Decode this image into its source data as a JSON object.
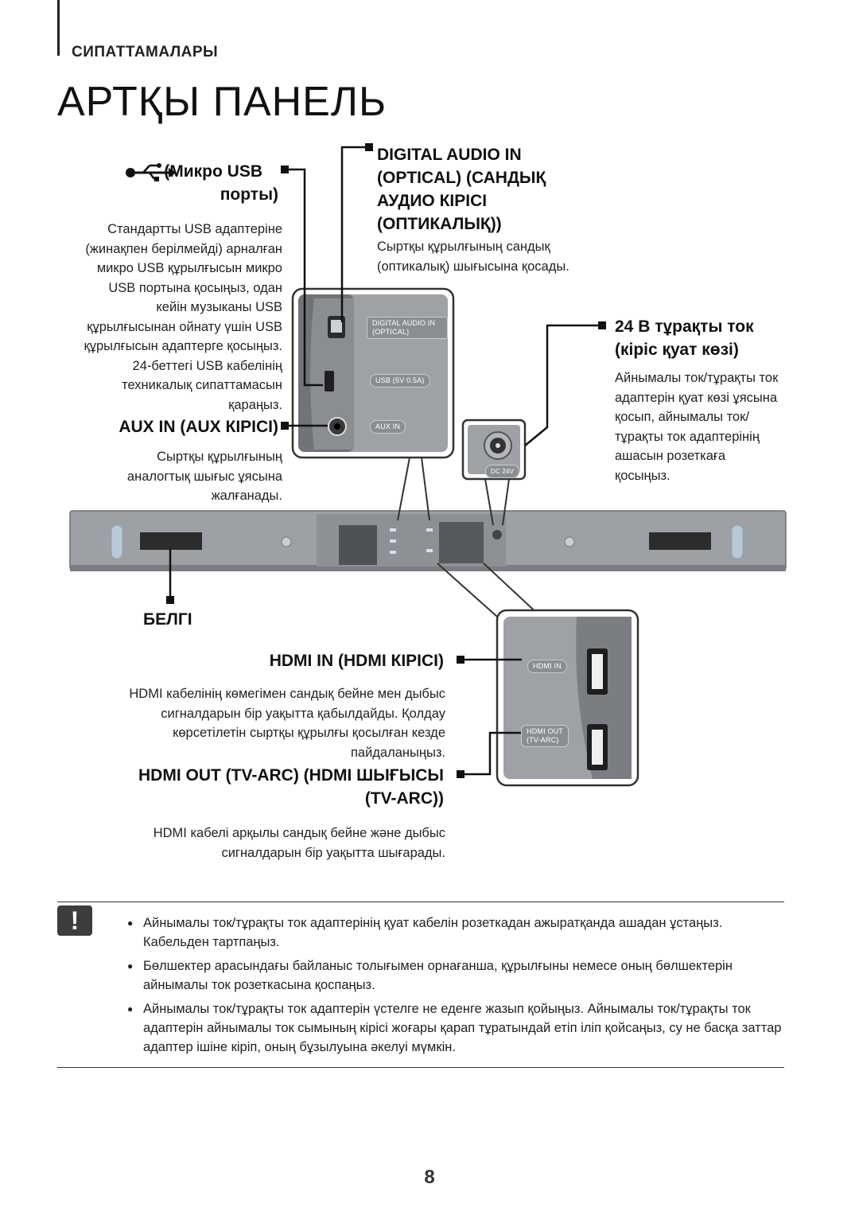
{
  "header": {
    "section": "СИПАТТАМАЛАРЫ",
    "title": "АРТҚЫ ПАНЕЛЬ"
  },
  "callouts": {
    "usb": {
      "title_line1": "(Микро USB",
      "title_line2": "порты)",
      "lines": [
        "Стандартты USB адаптеріне",
        "(жинақпен берілмейді) арналған",
        "микро USB құрылғысын микро",
        "USB портына қосыңыз, одан",
        "кейін музыканы USB",
        "құрылғысынан ойнату үшін USB",
        "құрылғысын адаптерге қосыңыз.",
        "24-беттегі USB кабелінің",
        "техникалық сипаттамасын",
        "қараңыз."
      ]
    },
    "aux": {
      "title": "AUX IN (AUX КІРІСІ)",
      "lines": [
        "Сыртқы құрылғының",
        "аналогтық шығыс ұясына",
        "жалғанады."
      ]
    },
    "optical": {
      "title_lines": [
        "DIGITAL AUDIO IN",
        "(OPTICAL) (САНДЫҚ",
        "АУДИО КІРІСІ",
        "(ОПТИКАЛЫҚ))"
      ],
      "lines": [
        "Сыртқы құрылғының сандық",
        "(оптикалық) шығысына қосады."
      ]
    },
    "dc": {
      "title_lines": [
        "24 В тұрақты ток",
        "(кіріс қуат көзі)"
      ],
      "lines": [
        "Айнымалы ток/тұрақты ток",
        "адаптерін қуат көзі ұясына",
        "қосып, айнымалы ток/",
        "тұрақты ток адаптерінің",
        "ашасын розеткаға",
        "қосыңыз."
      ]
    },
    "label": {
      "title": "БЕЛГІ"
    },
    "hdmi_in": {
      "title": "HDMI IN (HDMI КІРІСІ)",
      "lines": [
        "HDMI кабелінің көмегімен сандық бейне мен дыбыс",
        "сигналдарын бір уақытта қабылдайды. Қолдау",
        "көрсетілетін сыртқы құрылғы қосылған кезде",
        "пайдаланыңыз."
      ]
    },
    "hdmi_out": {
      "title_lines": [
        "HDMI OUT (TV-ARC) (HDMI ШЫҒЫСЫ",
        "(TV-ARC))"
      ],
      "lines": [
        "HDMI кабелі арқылы сандық бейне және дыбыс",
        "сигналдарын бір уақытта шығарады."
      ]
    }
  },
  "panel_labels": {
    "digital_audio": "DIGITAL AUDIO IN",
    "optical": "(OPTICAL)",
    "usb": "USB (5V 0.5A)",
    "aux": "AUX IN",
    "dc": "DC 24V",
    "hdmi_in": "HDMI IN",
    "hdmi_out": "HDMI OUT",
    "tv_arc": "(TV-ARC)"
  },
  "notes": {
    "icon": "exclamation-icon",
    "mark": "!",
    "items": [
      "Айнымалы ток/тұрақты ток адаптерінің қуат кабелін розеткадан ажыратқанда ашадан ұстаңыз. Кабельден тартпаңыз.",
      "Бөлшектер арасындағы байланыс толығымен орнағанша, құрылғыны немесе оның бөлшектерін айнымалы ток розеткасына қоспаңыз.",
      "Айнымалы ток/тұрақты ток адаптерін үстелге не еденге жазып қойыңыз. Айнымалы ток/тұрақты ток адаптерін айнымалы ток сымының кірісі жоғары қарап тұратындай етіп іліп қойсаңыз, су не басқа заттар адаптер ішіне кіріп, оның бұзылуына әкелуі мүмкін."
    ]
  },
  "page_number": "8"
}
